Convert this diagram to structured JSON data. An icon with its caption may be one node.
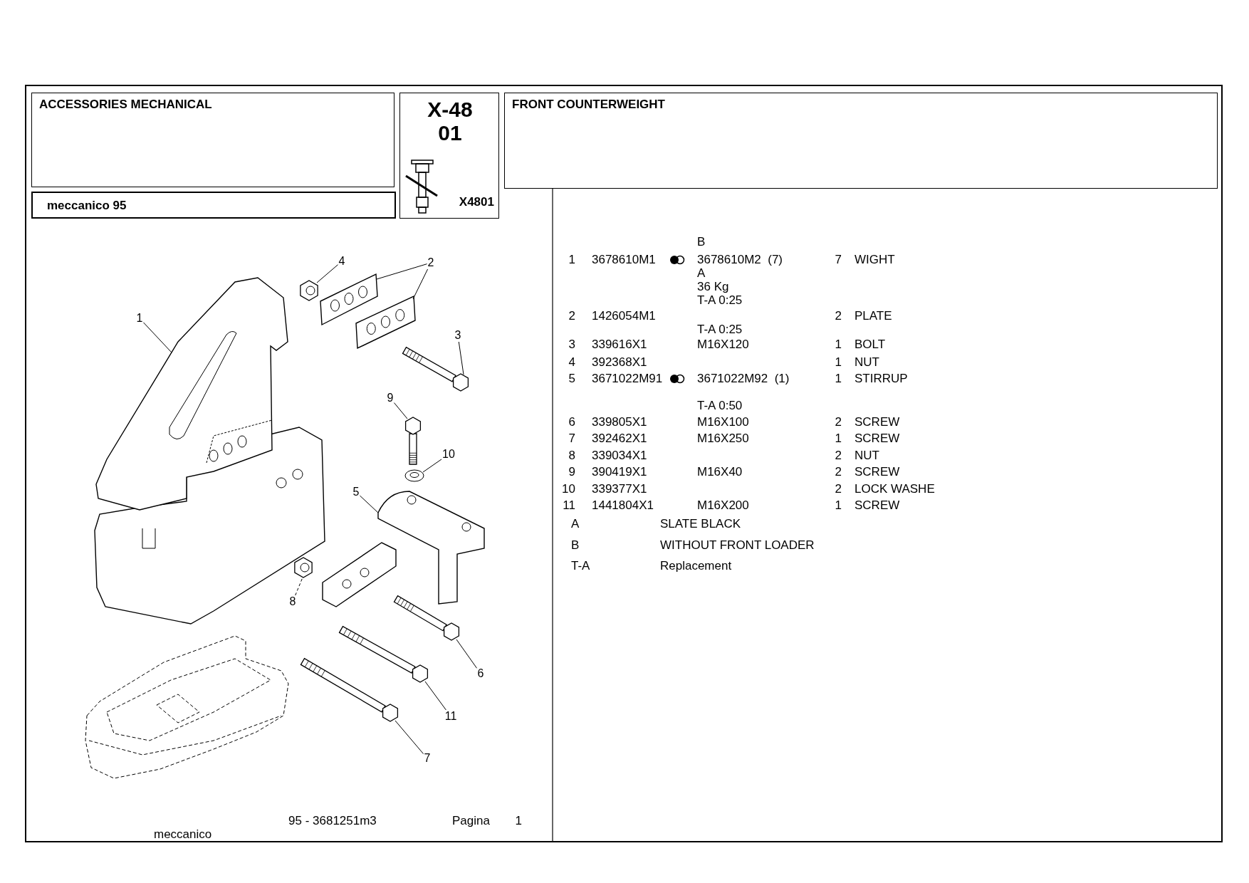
{
  "diagram": {
    "nodes": [
      {
        "text": [
          "ACCESSORIES MECHANICAL"
        ]
      },
      {
        "text": [
          "meccanico 95"
        ]
      },
      {
        "text": [
          "X-48 01",
          "X4801"
        ]
      },
      {
        "text": [
          "FRONT COUNTERWEIGHT"
        ]
      },
      {
        "text": [
          "4"
        ]
      },
      {
        "text": [
          "2"
        ]
      },
      {
        "text": [
          "1"
        ]
      },
      {
        "text": [
          "3"
        ]
      },
      {
        "text": [
          "9"
        ]
      },
      {
        "text": [
          "10"
        ]
      },
      {
        "text": [
          "5"
        ]
      },
      {
        "text": [
          "8"
        ]
      },
      {
        "text": [
          "6"
        ]
      },
      {
        "text": [
          "11"
        ]
      },
      {
        "text": [
          "7"
        ]
      },
      {
        "text": [],
        "shape": "picture"
      },
      {
        "text": [],
        "shape": "picture"
      },
      {
        "text": [],
        "shape": "picture"
      },
      {
        "text": [],
        "shape": "picture"
      },
      {
        "text": [],
        "shape": "picture"
      },
      {
        "text": [],
        "shape": "picture"
      },
      {
        "text": [],
        "shape": "picture"
      },
      {
        "text": [],
        "shape": "picture"
      },
      {
        "text": [],
        "shape": "picture"
      },
      {
        "text": [],
        "shape": "picture"
      },
      {
        "text": [],
        "shape": "picture"
      },
      {
        "text": [],
        "shape": "picture"
      }
    ],
    "edges": [
      {
        "from": 4,
        "to": 16,
        "arrow": "none"
      },
      {
        "from": 5,
        "to": 17,
        "arrow": "none"
      },
      {
        "from": 5,
        "to": 18,
        "arrow": "none"
      },
      {
        "from": 6,
        "to": 15,
        "arrow": "none"
      },
      {
        "from": 7,
        "to": 19,
        "arrow": "none"
      },
      {
        "from": 8,
        "to": 20,
        "arrow": "none"
      },
      {
        "from": 9,
        "to": 21,
        "arrow": "none"
      },
      {
        "from": 10,
        "to": 22,
        "arrow": "none"
      },
      {
        "from": 11,
        "to": 23,
        "arrow": "none",
        "style": "dashed"
      },
      {
        "from": 12,
        "to": 24,
        "arrow": "none"
      },
      {
        "from": 13,
        "to": 25,
        "arrow": "none"
      },
      {
        "from": 14,
        "to": 26,
        "arrow": "none"
      }
    ],
    "labels": [
      "B",
      "1",
      "3678610M1",
      "3678610M2  (7)",
      "7",
      "WIGHT",
      "A",
      "36 Kg",
      "T-A 0:25",
      "2",
      "1426054M1",
      "2",
      "PLATE",
      "T-A 0:25",
      "3",
      "339616X1",
      "M16X120",
      "1",
      "BOLT",
      "4",
      "392368X1",
      "1",
      "NUT",
      "5",
      "3671022M91",
      "3671022M92  (1)",
      "1",
      "STIRRUP",
      "T-A 0:50",
      "6",
      "339805X1",
      "M16X100",
      "2",
      "SCREW",
      "7",
      "392462X1",
      "M16X250",
      "1",
      "SCREW",
      "8",
      "339034X1",
      "2",
      "NUT",
      "9",
      "390419X1",
      "M16X40",
      "2",
      "SCREW",
      "10",
      "339377X1",
      "2",
      "LOCK WASHE",
      "11",
      "1441804X1",
      "M16X200",
      "1",
      "SCREW",
      "A",
      "SLATE BLACK",
      "B",
      "WITHOUT FRONT LOADER",
      "T-A",
      "Replacement",
      "meccanico",
      "95 - 3681251m3",
      "Pagina",
      "1"
    ]
  }
}
